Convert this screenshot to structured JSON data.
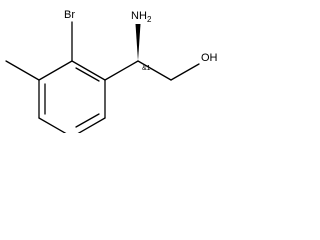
{
  "molecule": {
    "atoms": {
      "bromine": "Br",
      "amine": "NH",
      "amine_subscript": "2",
      "hydroxyl": "OH"
    },
    "stereo_annotation": "&1"
  }
}
